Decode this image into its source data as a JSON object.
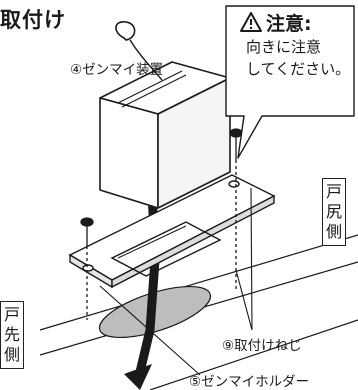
{
  "title": "取付け",
  "callout": {
    "title": "注意:",
    "lines": [
      "向きに注意",
      "してください。"
    ],
    "icon": "warning-triangle-icon"
  },
  "labels": {
    "spring_device": "④ゼンマイ装置",
    "mounting_screw": "⑨取付けねじ",
    "spring_holder": "⑤ゼンマイホルダー"
  },
  "side_labels": {
    "back_side": [
      "戸",
      "尻",
      "側"
    ],
    "front_side": [
      "戸",
      "先",
      "側"
    ]
  },
  "colors": {
    "line": "#1a1a1a",
    "fill_box": "#ffffff",
    "shade": "#bdbdbd"
  }
}
